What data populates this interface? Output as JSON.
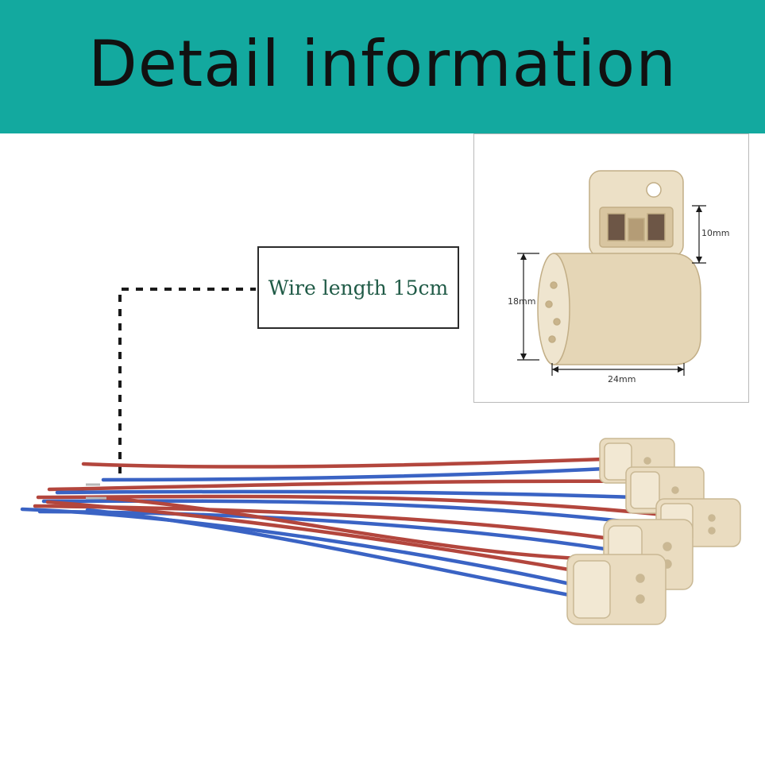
{
  "header": {
    "title": "Detail information",
    "background_color": "#13a99f"
  },
  "callout": {
    "label": "Wire length 15cm"
  },
  "inset": {
    "dimensions": {
      "height_top": "10mm",
      "height_body": "18mm",
      "width_body": "24mm"
    }
  },
  "product": {
    "wire_colors": [
      "#b3463d",
      "#3a63c4"
    ],
    "socket_color": "#eadcc0"
  }
}
